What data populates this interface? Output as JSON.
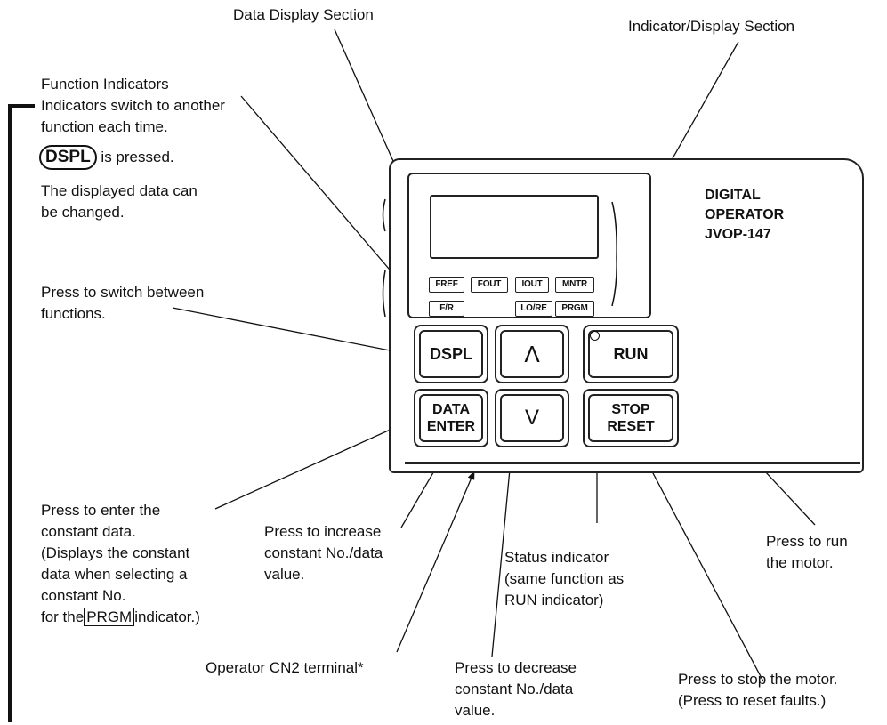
{
  "device": {
    "brand_line1": "DIGITAL",
    "brand_line2": "OPERATOR",
    "brand_line3": "JVOP-147",
    "indicators": [
      "FREF",
      "FOUT",
      "IOUT",
      "MNTR",
      "F/R",
      "LO/RE",
      "PRGM"
    ],
    "keys": {
      "dspl": "DSPL",
      "up": "Λ",
      "run": "RUN",
      "data": "DATA",
      "enter": "ENTER",
      "down": "V",
      "stop": "STOP",
      "reset": "RESET"
    }
  },
  "labels": {
    "data_display": "Data Display Section",
    "indicator_display": "Indicator/Display Section",
    "func_line1": "Function Indicators",
    "func_line2": "Indicators switch to another",
    "func_line3": "function each time.",
    "dspl_button": "DSPL",
    "is_pressed": "is pressed.",
    "changed_line1": "The displayed data can",
    "changed_line2": "be changed.",
    "switch_line1": "Press to switch between",
    "switch_line2": "functions.",
    "enter_line1": "Press to enter the",
    "enter_line2": "constant data.",
    "enter_line3": "(Displays the constant",
    "enter_line4": "data when selecting a",
    "enter_line5": "constant No.",
    "enter_line6a": "for the",
    "enter_line6b": "PRGM",
    "enter_line6c": "indicator.)",
    "increase_line1": "Press to increase",
    "increase_line2": "constant No./data",
    "increase_line3": "value.",
    "status_line1": "Status indicator",
    "status_line2": "(same function as",
    "status_line3": "RUN indicator)",
    "run_line1": "Press to run",
    "run_line2": "the motor.",
    "cn2": "Operator CN2 terminal*",
    "decrease_line1": "Press to decrease",
    "decrease_line2": "constant No./data",
    "decrease_line3": "value.",
    "stop_line1": "Press to stop the motor.",
    "stop_line2": "(Press to reset faults.)"
  }
}
